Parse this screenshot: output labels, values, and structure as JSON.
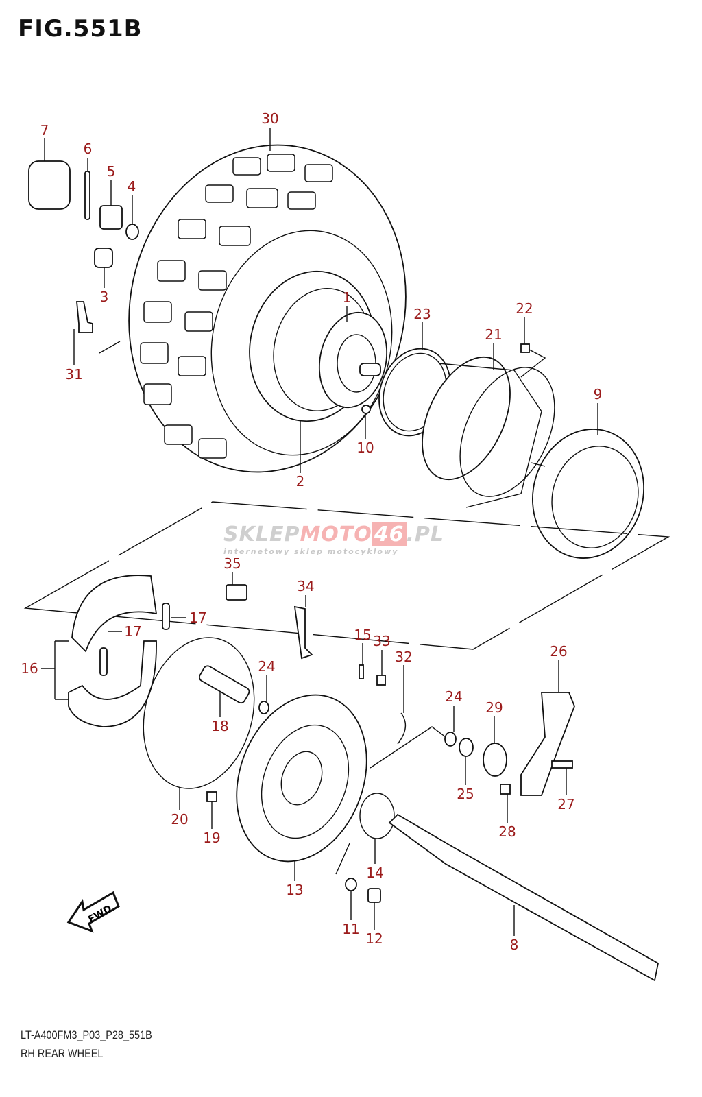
{
  "figure_title": "FIG.551B",
  "drawing_code": "LT-A400FM3_P03_P28_551B",
  "section_name": "RH REAR WHEEL",
  "watermark": {
    "part1": "SKLEP",
    "part2": "MOTO",
    "part3": "46",
    "part4": ".PL",
    "subtitle": "internetowy sklep motocyklowy",
    "gray": "#cfcfcf",
    "red": "#f6b3b3"
  },
  "fwd_label": "FWD",
  "label_color": "#9b1b1b",
  "callouts": [
    "7",
    "6",
    "5",
    "4",
    "3",
    "31",
    "30",
    "1",
    "23",
    "21",
    "22",
    "9",
    "10",
    "2",
    "35",
    "34",
    "17",
    "17",
    "16",
    "15",
    "33",
    "32",
    "26",
    "24",
    "24",
    "29",
    "18",
    "25",
    "27",
    "28",
    "20",
    "19",
    "14",
    "13",
    "11",
    "12",
    "8"
  ]
}
